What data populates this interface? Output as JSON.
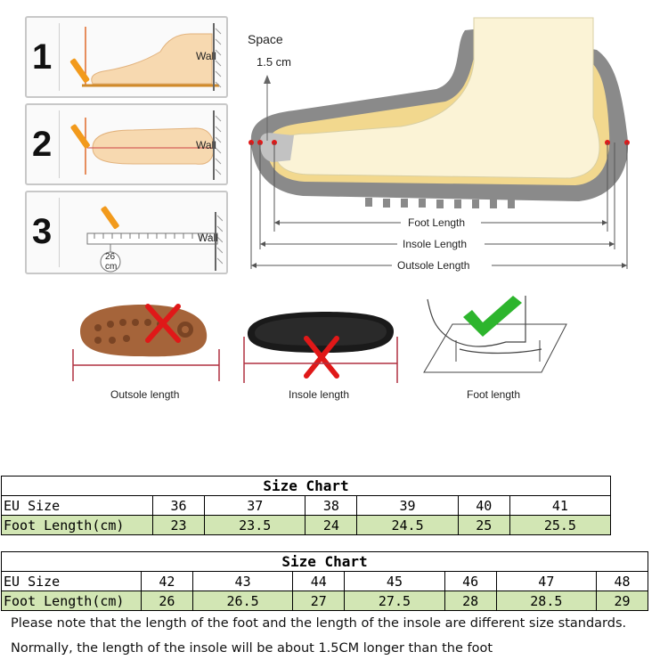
{
  "steps": [
    {
      "number": "1",
      "wall": "Wall"
    },
    {
      "number": "2",
      "wall": "Wall"
    },
    {
      "number": "3",
      "wall": "Wall",
      "ruler_reading": "26",
      "ruler_unit": "cm"
    }
  ],
  "diagram": {
    "space_label": "Space",
    "space_value": "1.5 cm",
    "foot_length": "Foot Length",
    "insole_length": "Insole Length",
    "outsole_length": "Outsole Length"
  },
  "comparisons": [
    {
      "label": "Outsole length",
      "status": "wrong"
    },
    {
      "label": "Insole length",
      "status": "wrong"
    },
    {
      "label": "Foot length",
      "status": "correct"
    }
  ],
  "colors": {
    "correct": "#2db52d",
    "wrong": "#e01818",
    "table_green": "#d2e6b4"
  },
  "table1": {
    "title": "Size Chart",
    "row1_label": "EU Size",
    "row2_label": "Foot Length(cm)",
    "sizes": [
      "36",
      "37",
      "38",
      "39",
      "40",
      "41"
    ],
    "lengths": [
      "23",
      "23.5",
      "24",
      "24.5",
      "25",
      "25.5"
    ]
  },
  "table2": {
    "title": "Size Chart",
    "row1_label": "EU Size",
    "row2_label": "Foot Length(cm)",
    "sizes": [
      "42",
      "43",
      "44",
      "45",
      "46",
      "47",
      "48"
    ],
    "lengths": [
      "26",
      "26.5",
      "27",
      "27.5",
      "28",
      "28.5",
      "29"
    ]
  },
  "notes": {
    "line1": "Please note that the length of the foot and the length of the insole are different size standards.",
    "line2": "Normally, the length of the insole will be about 1.5CM longer than the foot"
  }
}
